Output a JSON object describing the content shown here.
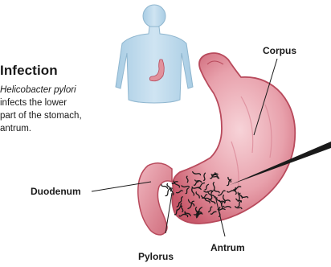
{
  "infobox": {
    "title": "Infection",
    "lines": [
      "Helicobacter pylori",
      "infects the lower",
      "part of the stomach,",
      "antrum."
    ]
  },
  "labels": {
    "corpus": "Corpus",
    "duodenum": "Duodenum",
    "pylorus": "Pylorus",
    "antrum": "Antrum"
  },
  "colors": {
    "body_silhouette": "#b9d7ea",
    "stomach": "#e69aa6",
    "stomach_outline": "#b84a5c",
    "bacteria": "#1a1a1a"
  }
}
